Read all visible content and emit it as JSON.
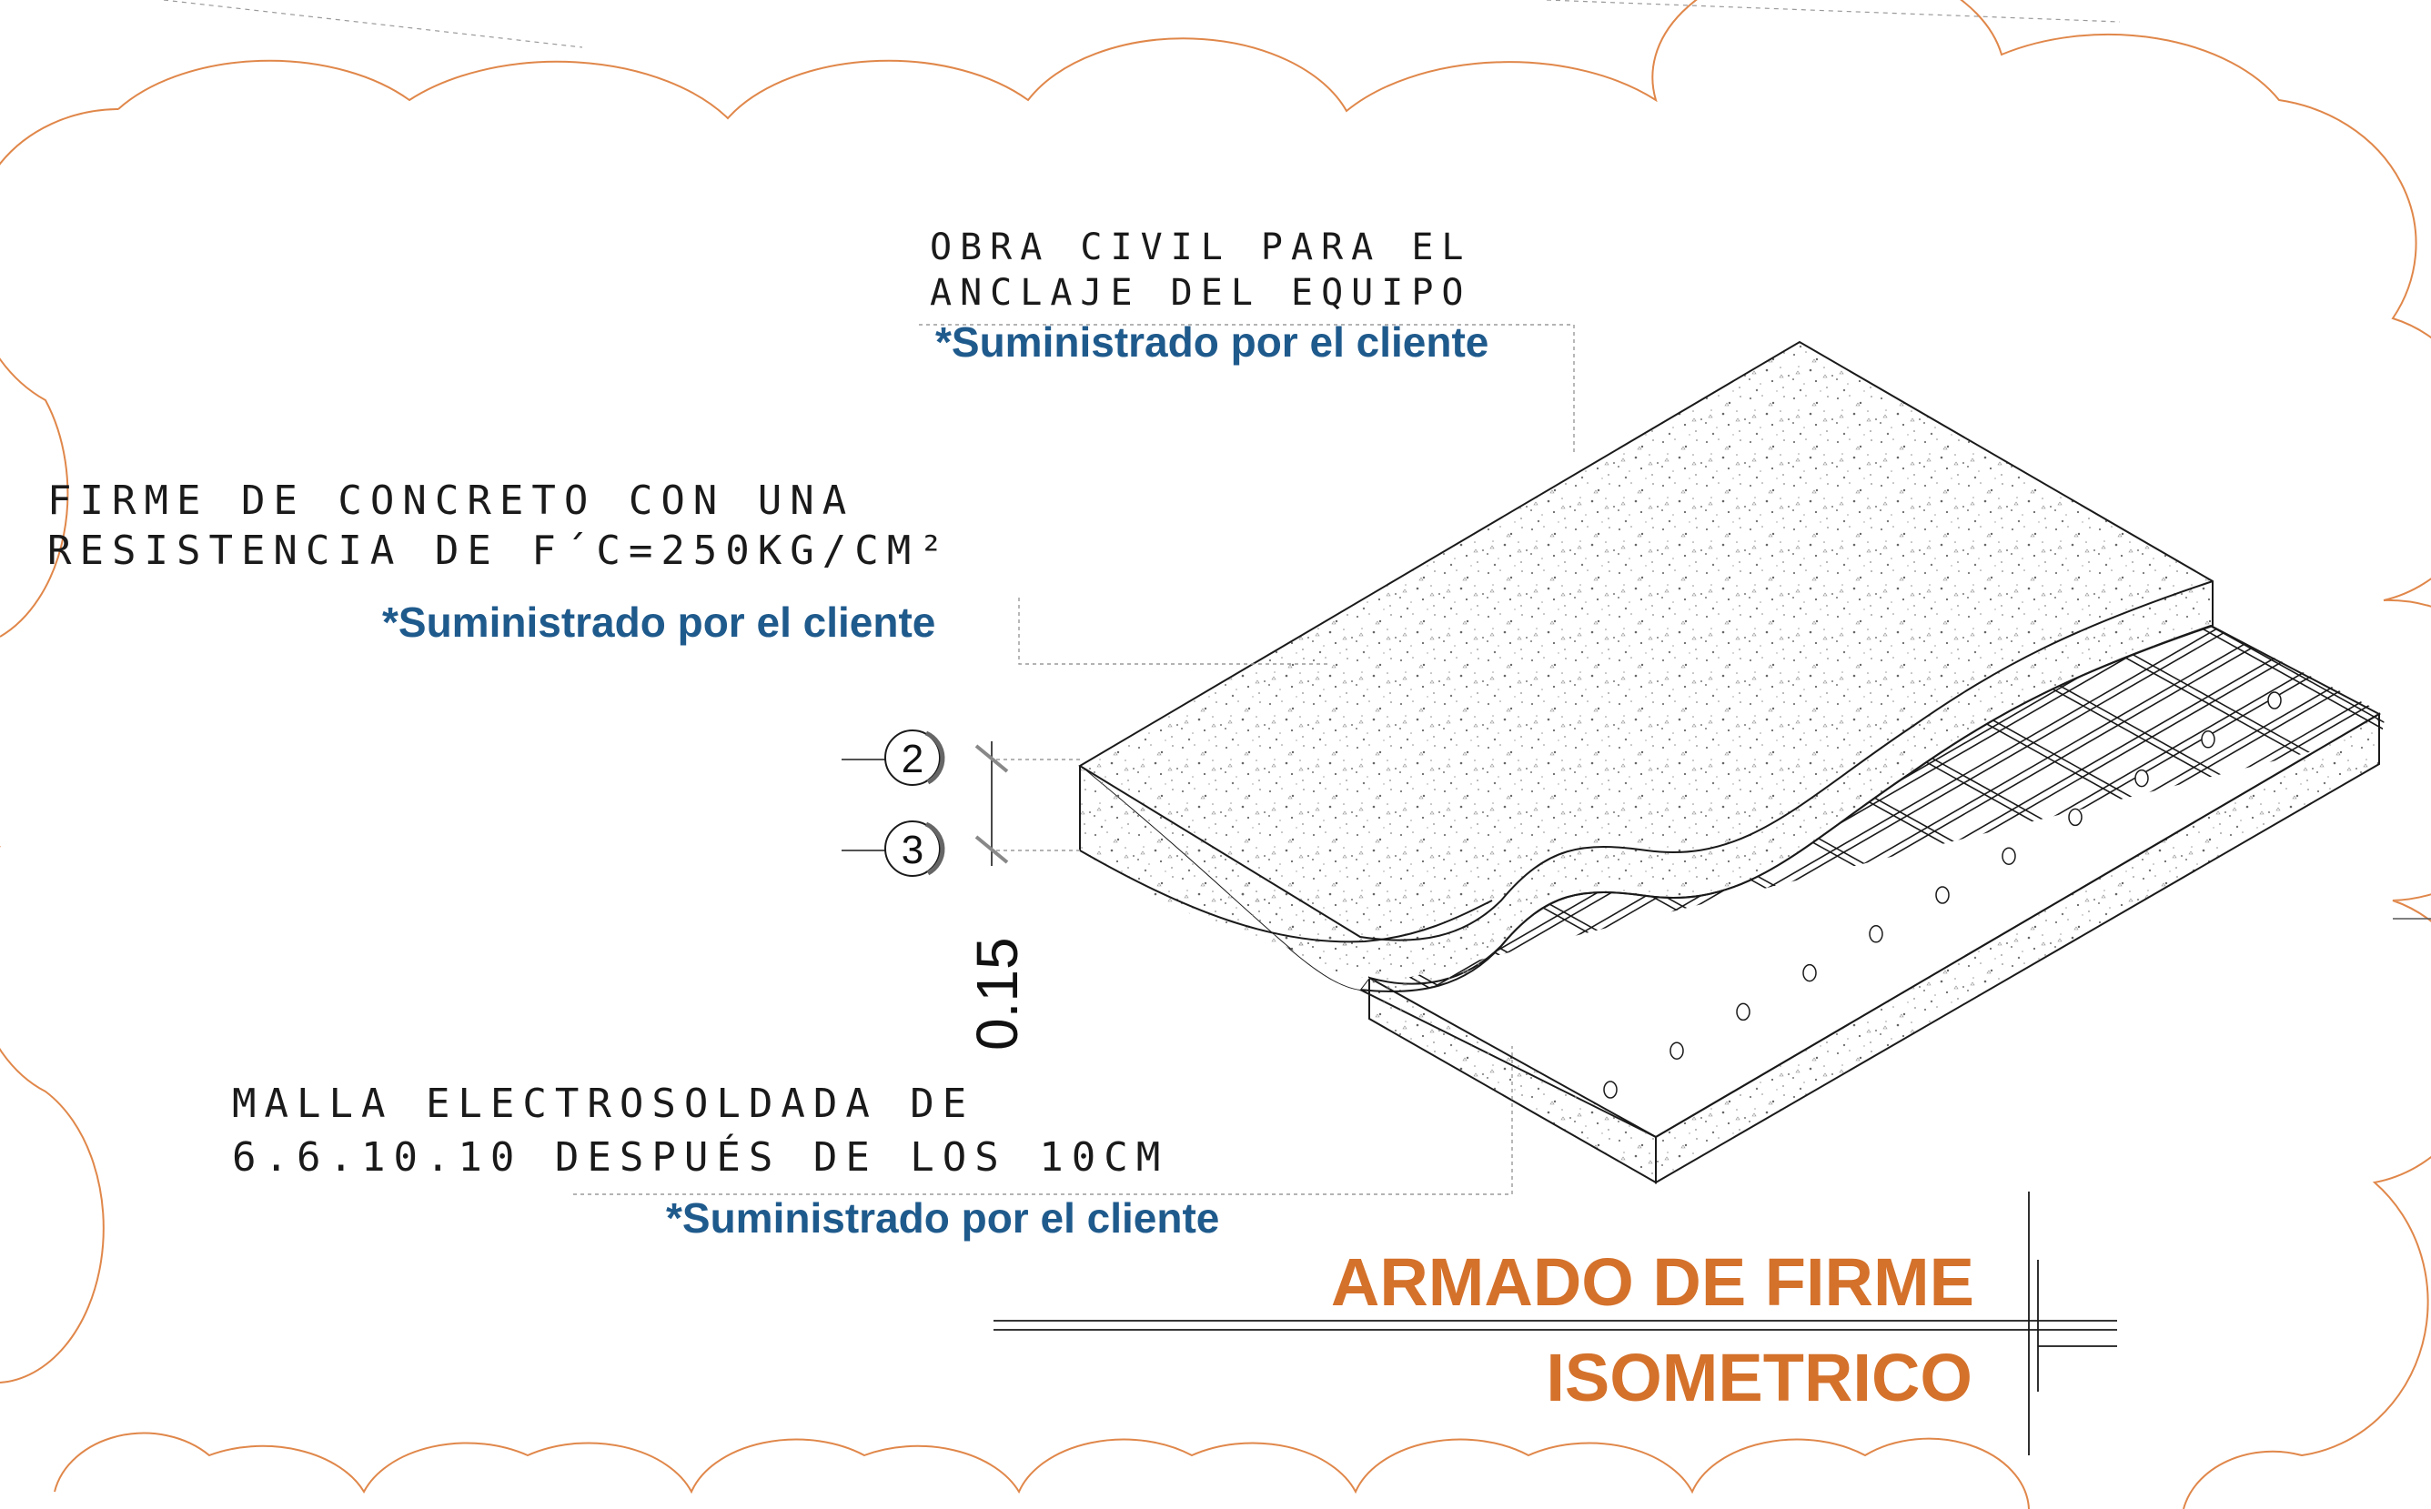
{
  "labels": {
    "obra_line1": "OBRA CIVIL PARA EL",
    "obra_line2": "ANCLAJE DEL EQUIPO",
    "obra_note": "*Suministrado por el cliente",
    "firme_line1": "FIRME DE CONCRETO CON UNA",
    "firme_line2": "RESISTENCIA DE F´C=250KG/CM²",
    "firme_note": "*Suministrado por el cliente",
    "malla_line1": "MALLA ELECTROSOLDADA DE",
    "malla_line2": "6.6.10.10 DESPUÉS DE LOS 10CM",
    "malla_note": "*Suministrado por el cliente"
  },
  "section_tags": [
    "2",
    "3"
  ],
  "dimension": "0.15",
  "title_block": {
    "title": "ARMADO DE FIRME",
    "subtitle": "ISOMETRICO"
  },
  "colors": {
    "cloud": "#e0874a",
    "note": "#1f5a8c",
    "title": "#d4712b",
    "line": "#1a1a1a"
  }
}
